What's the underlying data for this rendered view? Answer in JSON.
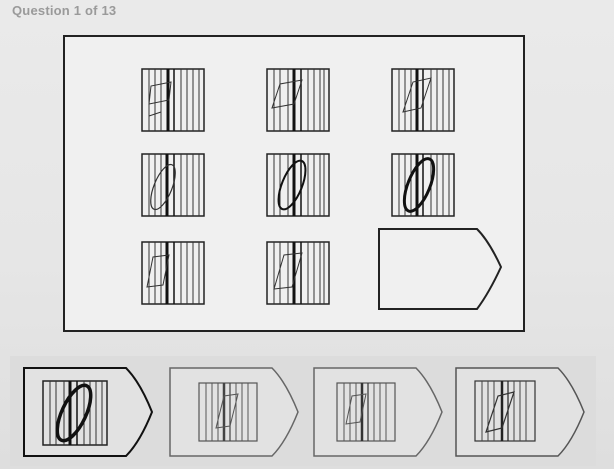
{
  "header": {
    "title": "Question 1 of 13"
  },
  "matrix": {
    "cells": [
      {
        "row": 1,
        "col": 1,
        "shape": "parallelogram"
      },
      {
        "row": 1,
        "col": 2,
        "shape": "parallelogram"
      },
      {
        "row": 1,
        "col": 3,
        "shape": "parallelogram"
      },
      {
        "row": 2,
        "col": 1,
        "shape": "ellipse"
      },
      {
        "row": 2,
        "col": 2,
        "shape": "ellipse"
      },
      {
        "row": 2,
        "col": 3,
        "shape": "ellipse"
      },
      {
        "row": 3,
        "col": 1,
        "shape": "parallelogram"
      },
      {
        "row": 3,
        "col": 2,
        "shape": "parallelogram"
      }
    ],
    "answer_slot": {
      "state": "empty"
    }
  },
  "choices": [
    {
      "index": 1,
      "shape": "ellipse",
      "selected": true
    },
    {
      "index": 2,
      "shape": "parallelogram",
      "selected": false
    },
    {
      "index": 3,
      "shape": "parallelogram",
      "selected": false
    },
    {
      "index": 4,
      "shape": "parallelogram",
      "selected": false
    }
  ]
}
